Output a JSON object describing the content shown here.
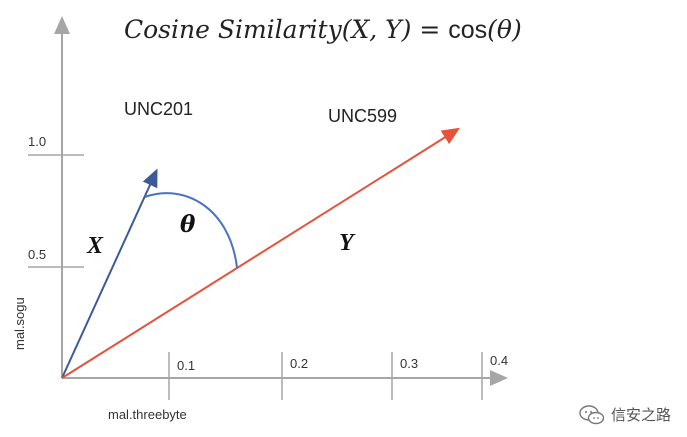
{
  "formula": {
    "lhs": "Cosine Similarity",
    "args": "(X, Y) = ",
    "cos": "cos",
    "theta": "(θ)"
  },
  "axes": {
    "x_label": "mal.threebyte",
    "y_label": "mal.sogu",
    "x_ticks": [
      "0.1",
      "0.2",
      "0.3",
      "0.4"
    ],
    "y_ticks": [
      "1.0",
      "0.5"
    ]
  },
  "vectors": {
    "x": {
      "symbol": "X",
      "name": "UNC201",
      "color": "#3d5a98"
    },
    "y": {
      "symbol": "Y",
      "name": "UNC599",
      "color": "#e8513a"
    }
  },
  "angle": {
    "symbol": "θ",
    "color": "#4a72c4"
  },
  "axis_color": "#a6a6a6",
  "watermark": {
    "text": "信安之路",
    "icon": "wechat-icon"
  }
}
